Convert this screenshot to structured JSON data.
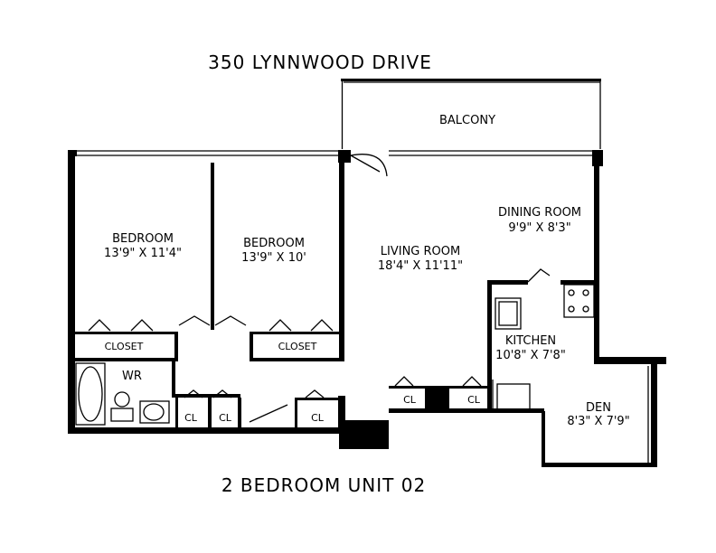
{
  "header": {
    "address": "350 LYNNWOOD DRIVE"
  },
  "footer": {
    "unit": "2 BEDROOM UNIT 02"
  },
  "rooms": {
    "balcony": {
      "name": "BALCONY"
    },
    "bedroom1": {
      "name": "BEDROOM",
      "dims": "13'9\" X 11'4\""
    },
    "bedroom2": {
      "name": "BEDROOM",
      "dims": "13'9\" X 10'"
    },
    "living": {
      "name": "LIVING ROOM",
      "dims": "18'4\" X 11'11\""
    },
    "dining": {
      "name": "DINING ROOM",
      "dims": "9'9\" X 8'3\""
    },
    "kitchen": {
      "name": "KITCHEN",
      "dims": "10'8\" X 7'8\""
    },
    "den": {
      "name": "DEN",
      "dims": "8'3\" X 7'9\""
    },
    "washroom": {
      "name": "WR"
    },
    "closet1": {
      "name": "CLOSET"
    },
    "closet2": {
      "name": "CLOSET"
    },
    "cl1": {
      "name": "CL"
    },
    "cl2": {
      "name": "CL"
    },
    "cl3": {
      "name": "CL"
    },
    "cl4": {
      "name": "CL"
    },
    "cl5": {
      "name": "CL"
    }
  }
}
